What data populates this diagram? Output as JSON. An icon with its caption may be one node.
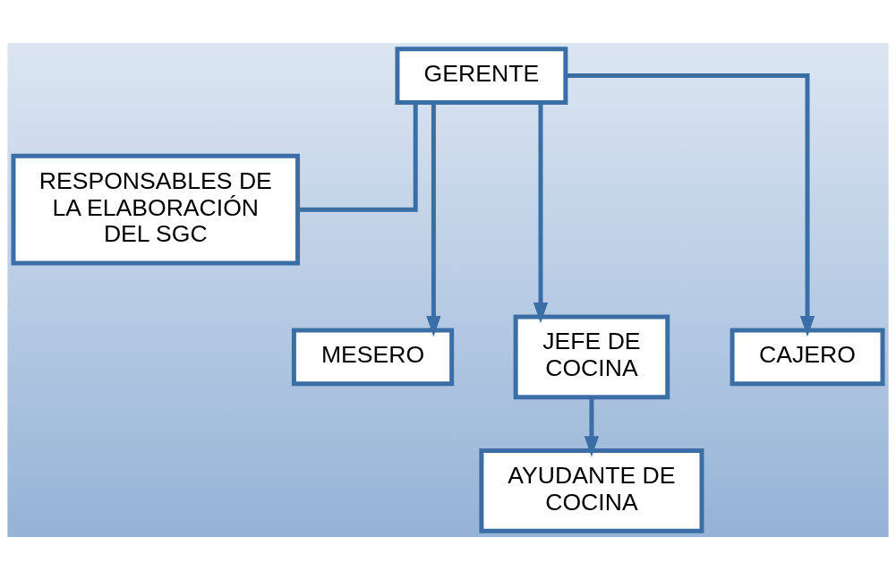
{
  "diagram": {
    "nodes": [
      {
        "text": [
          "GERENTE"
        ]
      },
      {
        "text": [
          "RESPONSABLES DE LA ELABORACIÓN DEL SGC"
        ]
      },
      {
        "text": [
          "MESERO"
        ]
      },
      {
        "text": [
          "JEFE DE COCINA"
        ]
      },
      {
        "text": [
          "CAJERO"
        ]
      },
      {
        "text": [
          "AYUDANTE DE COCINA"
        ]
      }
    ],
    "edges": [
      {
        "from": 0,
        "to": 1,
        "arrow": "none"
      },
      {
        "from": 0,
        "to": 2,
        "arrow": "to"
      },
      {
        "from": 0,
        "to": 3,
        "arrow": "to"
      },
      {
        "from": 0,
        "to": 4,
        "arrow": "to"
      },
      {
        "from": 3,
        "to": 5,
        "arrow": "to"
      }
    ]
  }
}
